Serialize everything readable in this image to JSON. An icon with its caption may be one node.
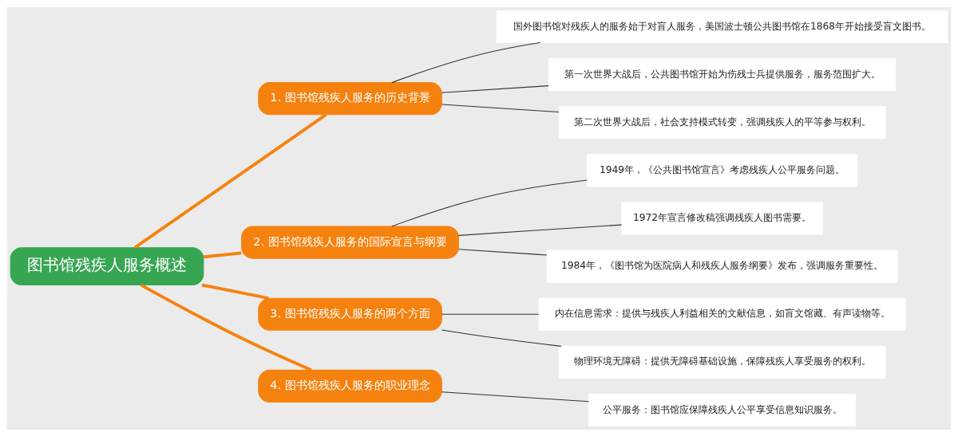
{
  "diagram": {
    "nodes": [
      {
        "text": [
          "图书馆残疾人服务概述"
        ]
      },
      {
        "text": [
          "1. 图书馆残疾人服务的历史背景"
        ]
      },
      {
        "text": [
          "国外图书馆对残疾人的服务始于对盲人服务，美国波士顿公共图书馆在1868年开始接受盲文图书。"
        ]
      },
      {
        "text": [
          "第一次世界大战后，公共图书馆开始为伤残士兵提供服务，服务范围扩大。"
        ]
      },
      {
        "text": [
          "第二次世界大战后，社会支持模式转变，强调残疾人的平等参与权利。"
        ]
      },
      {
        "text": [
          "2. 图书馆残疾人服务的国际宣言与纲要"
        ]
      },
      {
        "text": [
          "1949年，《公共图书馆宣言》考虑残疾人公平服务问题。"
        ]
      },
      {
        "text": [
          "1972年宣言修改稿强调残疾人图书需要。"
        ]
      },
      {
        "text": [
          "1984年，《图书馆为医院病人和残疾人服务纲要》发布，强调服务重要性。"
        ]
      },
      {
        "text": [
          "3. 图书馆残疾人服务的两个方面"
        ]
      },
      {
        "text": [
          "内在信息需求：提供与残疾人利益相关的文献信息，如盲文馆藏、有声读物等。"
        ]
      },
      {
        "text": [
          "物理环境无障碍：提供无障碍基础设施，保障残疾人享受服务的权利。"
        ]
      },
      {
        "text": [
          "4. 图书馆残疾人服务的职业理念"
        ]
      },
      {
        "text": [
          "公平服务：图书馆应保障残疾人公平享受信息知识服务。"
        ]
      }
    ],
    "edges": [
      {
        "from": 0,
        "to": 1,
        "arrow": "none",
        "style": "thick",
        "color": "#f5820f"
      },
      {
        "from": 1,
        "to": 2,
        "arrow": "none"
      },
      {
        "from": 1,
        "to": 3,
        "arrow": "none"
      },
      {
        "from": 1,
        "to": 4,
        "arrow": "none"
      },
      {
        "from": 0,
        "to": 5,
        "arrow": "none",
        "style": "thick",
        "color": "#f5820f"
      },
      {
        "from": 5,
        "to": 6,
        "arrow": "none"
      },
      {
        "from": 5,
        "to": 7,
        "arrow": "none"
      },
      {
        "from": 5,
        "to": 8,
        "arrow": "none"
      },
      {
        "from": 0,
        "to": 9,
        "arrow": "none",
        "style": "thick",
        "color": "#f5820f"
      },
      {
        "from": 9,
        "to": 10,
        "arrow": "none"
      },
      {
        "from": 9,
        "to": 11,
        "arrow": "none"
      },
      {
        "from": 0,
        "to": 12,
        "arrow": "none",
        "style": "thick",
        "color": "#f5820f"
      },
      {
        "from": 12,
        "to": 13,
        "arrow": "none"
      }
    ]
  }
}
